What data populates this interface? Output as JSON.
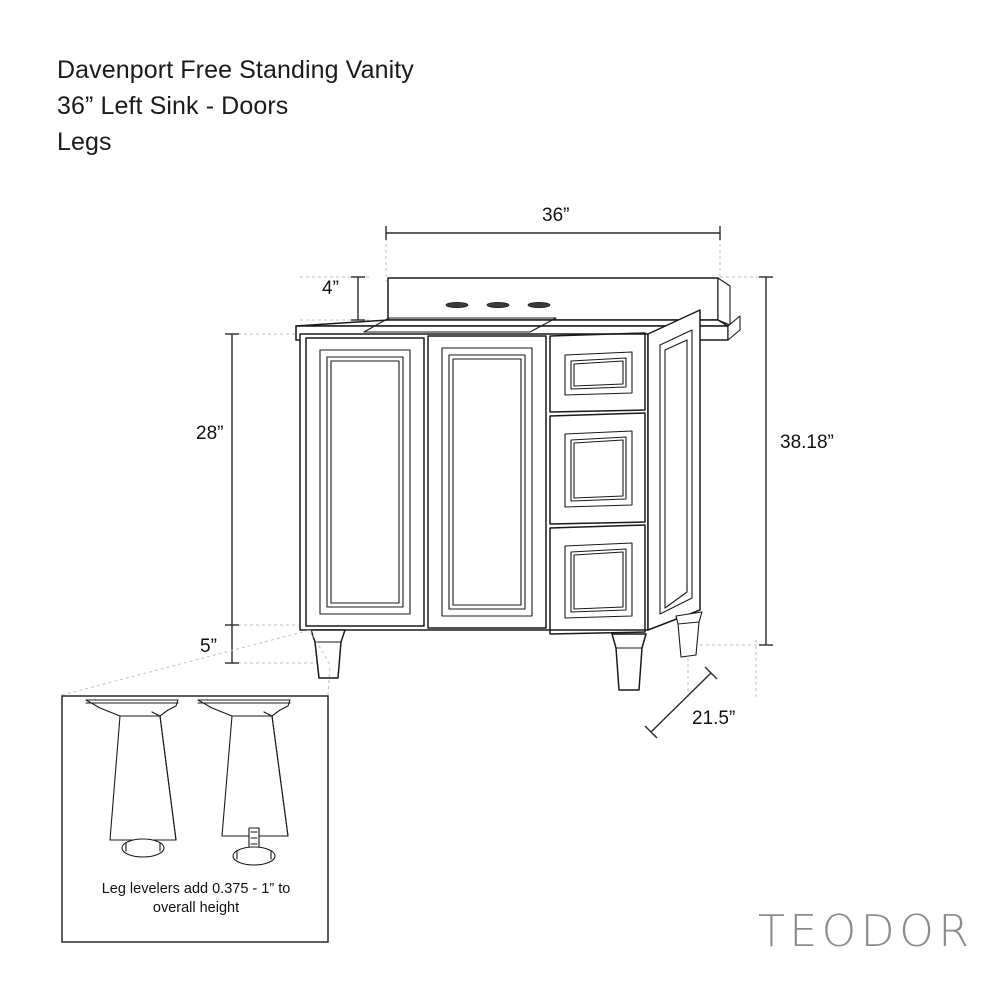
{
  "document": {
    "type": "product-specification-drawing",
    "background_color": "#ffffff",
    "line_color": "#1a1a1a",
    "dim_line_color": "#3a3a3a",
    "extension_line_color": "#bbbbbb"
  },
  "title": {
    "line1": "Davenport Free Standing Vanity",
    "line2": "36” Left Sink - Doors",
    "line3": "Legs"
  },
  "dimensions": {
    "width": "36”",
    "backsplash_height": "4”",
    "cabinet_height": "28”",
    "leg_height": "5”",
    "overall_height": "38.18”",
    "depth": "21.5”"
  },
  "detail_callout": {
    "note_line1": "Leg levelers add 0.375 - 1” to",
    "note_line2": "overall height"
  },
  "brand": {
    "name": "TEODOR",
    "color": "#8c8c8c"
  },
  "product": {
    "doors": 2,
    "drawers": 3,
    "legs": 4,
    "sink_position": "left",
    "faucet_holes": 3
  }
}
